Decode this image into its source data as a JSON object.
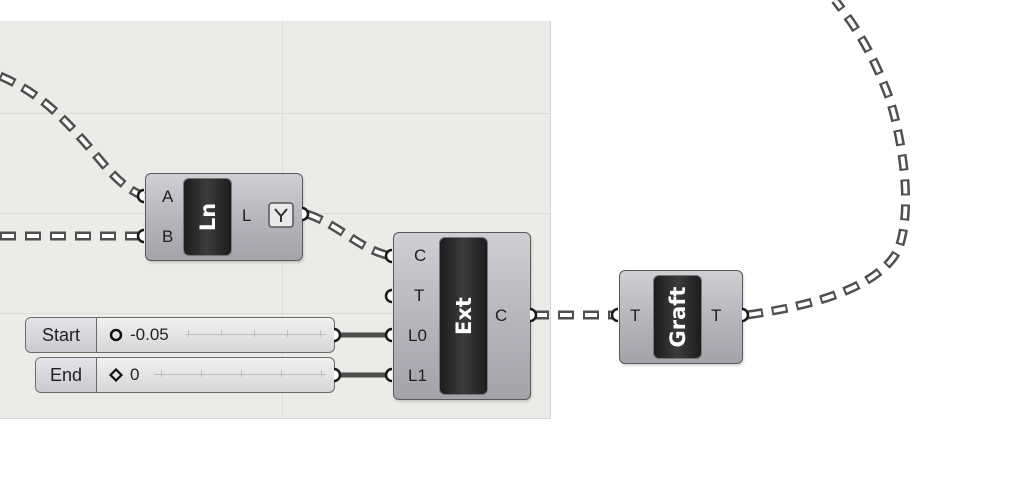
{
  "components": {
    "line": {
      "nickname": "Ln",
      "inputs": [
        "A",
        "B"
      ],
      "output": "L"
    },
    "extend": {
      "nickname": "Ext",
      "inputs": [
        "C",
        "T",
        "L0",
        "L1"
      ],
      "output": "C"
    },
    "graft": {
      "nickname": "Graft",
      "input": "T",
      "output": "T"
    }
  },
  "sliders": {
    "start": {
      "label": "Start",
      "value": "-0.05"
    },
    "end": {
      "label": "End",
      "value": "0"
    }
  },
  "colors": {
    "canvas": "#ecebe7",
    "wire": "#555555",
    "wire_fill": "#ffffff",
    "component": "#b8b8be"
  }
}
